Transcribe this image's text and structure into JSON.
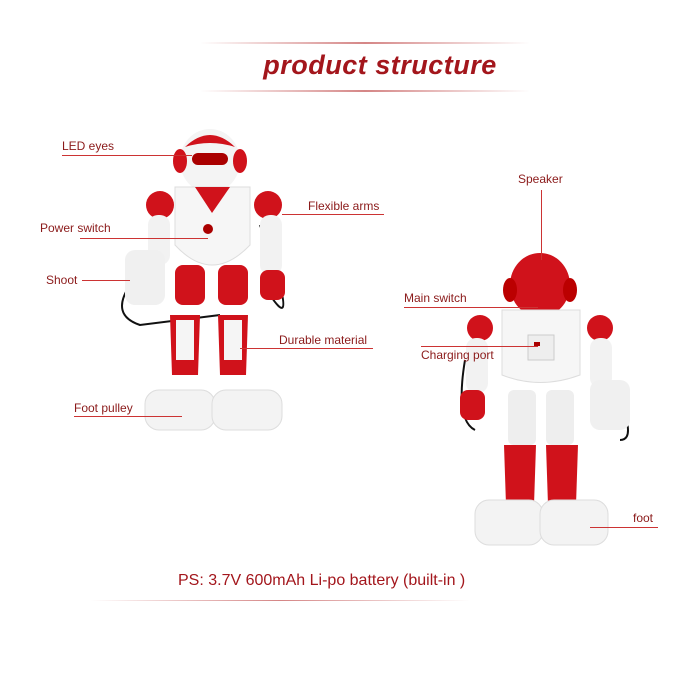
{
  "title": "product structure",
  "front_labels": [
    "LED eyes",
    "Power switch",
    "Shoot",
    "Flexible arms",
    "Durable material",
    "Foot pulley"
  ],
  "back_labels": [
    "Speaker",
    "Main switch",
    "Charging port",
    "foot"
  ],
  "note": "PS: 3.7V 600mAh Li-po battery (built-in )",
  "colors": {
    "accent": "#a3161c",
    "robot_red": "#d0121b"
  }
}
